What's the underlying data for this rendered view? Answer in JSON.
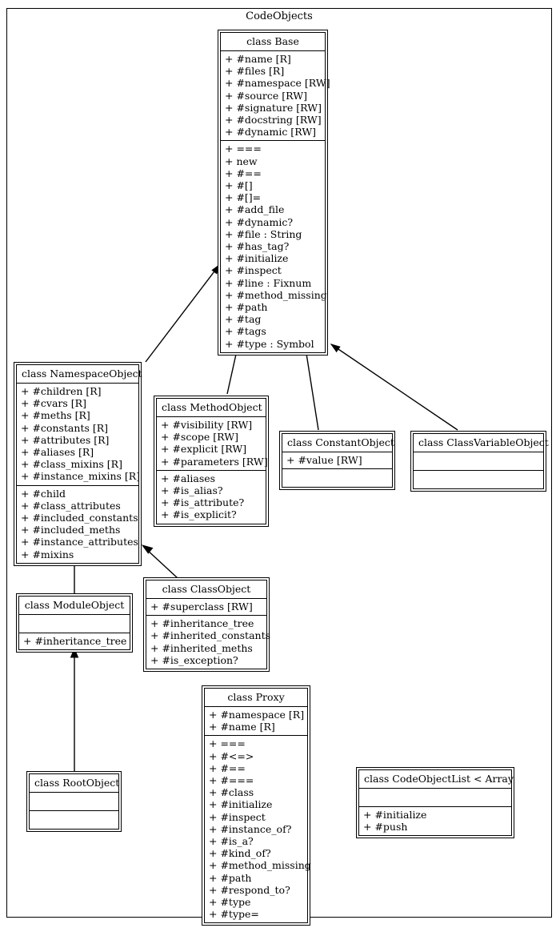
{
  "diagram": {
    "title": "CodeObjects",
    "type": "uml-class-diagram",
    "line_color": "#000000",
    "background_color": "#ffffff",
    "relationship_type": "generalization",
    "classes": [
      {
        "id": "base",
        "title": "class Base",
        "attributes": [
          "+ #name [R]",
          "+ #files [R]",
          "+ #namespace [RW]",
          "+ #source [RW]",
          "+ #signature [RW]",
          "+ #docstring [RW]",
          "+ #dynamic [RW]"
        ],
        "methods": [
          "+ ===",
          "+ new",
          "+ #==",
          "+ #[]",
          "+ #[]=",
          "+ #add_file",
          "+ #dynamic?",
          "+ #file : String",
          "+ #has_tag?",
          "+ #initialize",
          "+ #inspect",
          "+ #line : Fixnum",
          "+ #method_missing",
          "+ #path",
          "+ #tag",
          "+ #tags",
          "+ #type : Symbol"
        ]
      },
      {
        "id": "namespaceobject",
        "title": "class NamespaceObject",
        "attributes": [
          "+ #children [R]",
          "+ #cvars [R]",
          "+ #meths [R]",
          "+ #constants [R]",
          "+ #attributes [R]",
          "+ #aliases [R]",
          "+ #class_mixins [R]",
          "+ #instance_mixins [R]"
        ],
        "methods": [
          "+ #child",
          "+ #class_attributes",
          "+ #included_constants",
          "+ #included_meths",
          "+ #instance_attributes",
          "+ #mixins"
        ]
      },
      {
        "id": "methodobject",
        "title": "class MethodObject",
        "attributes": [
          "+ #visibility [RW]",
          "+ #scope [RW]",
          "+ #explicit [RW]",
          "+ #parameters [RW]"
        ],
        "methods": [
          "+ #aliases",
          "+ #is_alias?",
          "+ #is_attribute?",
          "+ #is_explicit?"
        ]
      },
      {
        "id": "constantobject",
        "title": "class ConstantObject",
        "attributes": [
          "+ #value [RW]"
        ],
        "methods": []
      },
      {
        "id": "classvariableobject",
        "title": "class ClassVariableObject",
        "attributes": [],
        "methods": []
      },
      {
        "id": "classobject",
        "title": "class ClassObject",
        "attributes": [
          "+ #superclass [RW]"
        ],
        "methods": [
          "+ #inheritance_tree",
          "+ #inherited_constants",
          "+ #inherited_meths",
          "+ #is_exception?"
        ]
      },
      {
        "id": "moduleobject",
        "title": "class ModuleObject",
        "attributes": [],
        "methods": [
          "+ #inheritance_tree"
        ]
      },
      {
        "id": "rootobject",
        "title": "class RootObject",
        "attributes": [],
        "methods": []
      },
      {
        "id": "proxy",
        "title": "class Proxy",
        "attributes": [
          "+ #namespace [R]",
          "+ #name [R]"
        ],
        "methods": [
          "+ ===",
          "+ #<=>",
          "+ #==",
          "+ #===",
          "+ #class",
          "+ #initialize",
          "+ #inspect",
          "+ #instance_of?",
          "+ #is_a?",
          "+ #kind_of?",
          "+ #method_missing",
          "+ #path",
          "+ #respond_to?",
          "+ #type",
          "+ #type="
        ]
      },
      {
        "id": "codeobjectlist",
        "title": "class CodeObjectList < Array",
        "attributes": [],
        "methods": [
          "+ #initialize",
          "+ #push"
        ]
      }
    ],
    "edges": [
      {
        "from": "namespaceobject",
        "to": "base"
      },
      {
        "from": "methodobject",
        "to": "base"
      },
      {
        "from": "constantobject",
        "to": "base"
      },
      {
        "from": "classvariableobject",
        "to": "base"
      },
      {
        "from": "moduleobject",
        "to": "namespaceobject"
      },
      {
        "from": "classobject",
        "to": "namespaceobject"
      },
      {
        "from": "rootobject",
        "to": "moduleobject"
      }
    ]
  }
}
